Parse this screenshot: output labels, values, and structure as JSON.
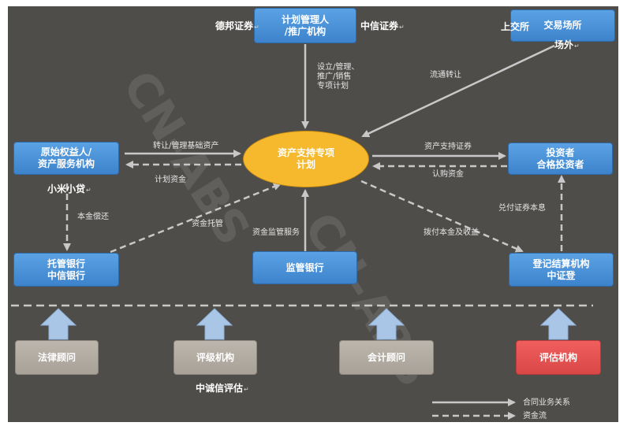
{
  "center": {
    "line1": "资产支持专项",
    "line2": "计划"
  },
  "manager": {
    "line1": "计划管理人",
    "line2": "/推广机构",
    "left_tag": "德邦证券",
    "right_tag": "中信证券"
  },
  "exchange": {
    "label": "交易场所",
    "tag_left": "上交所",
    "tag_below": "场外"
  },
  "originator": {
    "line1": "原始权益人/",
    "line2": "资产服务机构",
    "tag": "小米小贷"
  },
  "investor": {
    "line1": "投资者",
    "line2": "合格投资者"
  },
  "custodian": {
    "line1": "托管银行",
    "line2": "中信银行"
  },
  "supervisor": {
    "label": "监管银行"
  },
  "registrar": {
    "line1": "登记结算机构",
    "line2": "中证登"
  },
  "edge_labels": {
    "manager_center_1": "设立/管理、",
    "manager_center_2": "推广/销售",
    "manager_center_3": "专项计划",
    "exchange_center": "流通转让",
    "orig_to_center": "转让/管理基础资产",
    "center_to_orig": "计划资金",
    "center_to_investor": "资产支持证券",
    "investor_to_center": "认购资金",
    "orig_to_custodian": "本金偿还",
    "custodian_center": "资金托管",
    "supervisor_center": "资金监管服务",
    "center_registrar": "拨付本金及收益",
    "registrar_investor": "兑付证券本息"
  },
  "bottom": [
    {
      "label": "法律顾问",
      "tag": ""
    },
    {
      "label": "评级机构",
      "tag": "中诚信评估"
    },
    {
      "label": "会计顾问",
      "tag": ""
    },
    {
      "label": "评估机构",
      "tag": ""
    }
  ],
  "legend": {
    "solid": "合同业务关系",
    "dashed": "资金流"
  },
  "watermark": "CN-ABS",
  "colors": {
    "background": "#4f4d4a",
    "node_blue": "#4a93dc",
    "node_grey": "#b3ada4",
    "node_red": "#e45252",
    "center": "#f6b92e",
    "arrow": "#c8c8c8"
  }
}
